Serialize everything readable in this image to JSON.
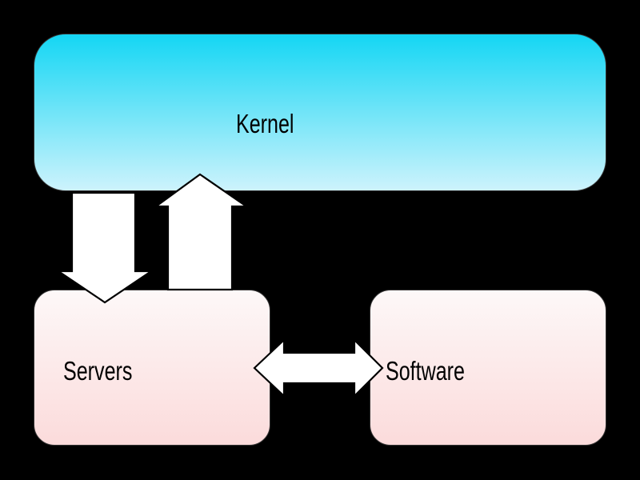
{
  "diagram": {
    "type": "architecture-block-diagram",
    "nodes": {
      "kernel": {
        "label": "Kernel"
      },
      "servers": {
        "label": "Servers"
      },
      "software": {
        "label": "Software"
      }
    },
    "connectors": [
      {
        "name": "kernel-to-servers-arrow",
        "from": "Kernel",
        "to": "Servers",
        "direction": "down"
      },
      {
        "name": "servers-to-kernel-arrow",
        "from": "Servers",
        "to": "Kernel",
        "direction": "up"
      },
      {
        "name": "servers-software-arrow",
        "from": "Servers",
        "to": "Software",
        "direction": "bidirectional"
      }
    ]
  },
  "colors": {
    "background": "#000000",
    "kernel-top": "#14d6f4",
    "kernel-bottom": "#cdf3fc",
    "service-top": "#fdf8f8",
    "service-bottom": "#fbdbdb",
    "box-border": "#333333",
    "arrow-fill": "#ffffff",
    "arrow-stroke": "#000000",
    "text": "#000000"
  }
}
